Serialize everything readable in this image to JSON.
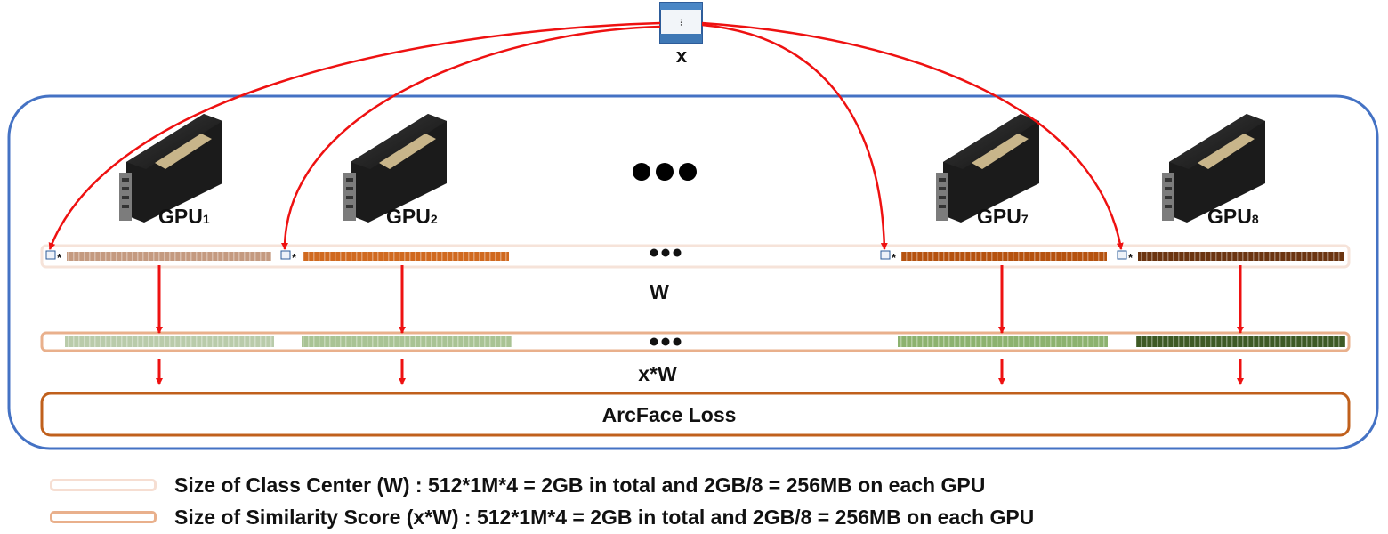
{
  "input": {
    "label": "x"
  },
  "gpus": [
    {
      "base": "GPU",
      "sub": "1",
      "w_color": "#c49a80",
      "score_color": "#b9cbaa"
    },
    {
      "base": "GPU",
      "sub": "2",
      "w_color": "#d0691f",
      "score_color": "#a9c394"
    },
    {
      "base": "GPU",
      "sub": "7",
      "w_color": "#b5520f",
      "score_color": "#8cb26f"
    },
    {
      "base": "GPU",
      "sub": "8",
      "w_color": "#6b3410",
      "score_color": "#3e5a25"
    }
  ],
  "labels": {
    "w": "W",
    "xw": "x*W",
    "loss": "ArcFace Loss",
    "star": "*"
  },
  "legend": [
    {
      "text": "Size of Class Center (W) : 512*1M*4 = 2GB in total and 2GB/8 = 256MB  on each GPU",
      "border_color": "#f6ded2"
    },
    {
      "text": "Size of Similarity Score (x*W) : 512*1M*4 = 2GB in total and 2GB/8 = 256MB on each GPU",
      "border_color": "#e9b08c"
    }
  ],
  "colors": {
    "container_border": "#4472c4",
    "arrow": "#ee1111",
    "loss_border": "#c0601c",
    "w_row_border": "#f6e3d9",
    "score_row_border": "#e9b08c"
  }
}
